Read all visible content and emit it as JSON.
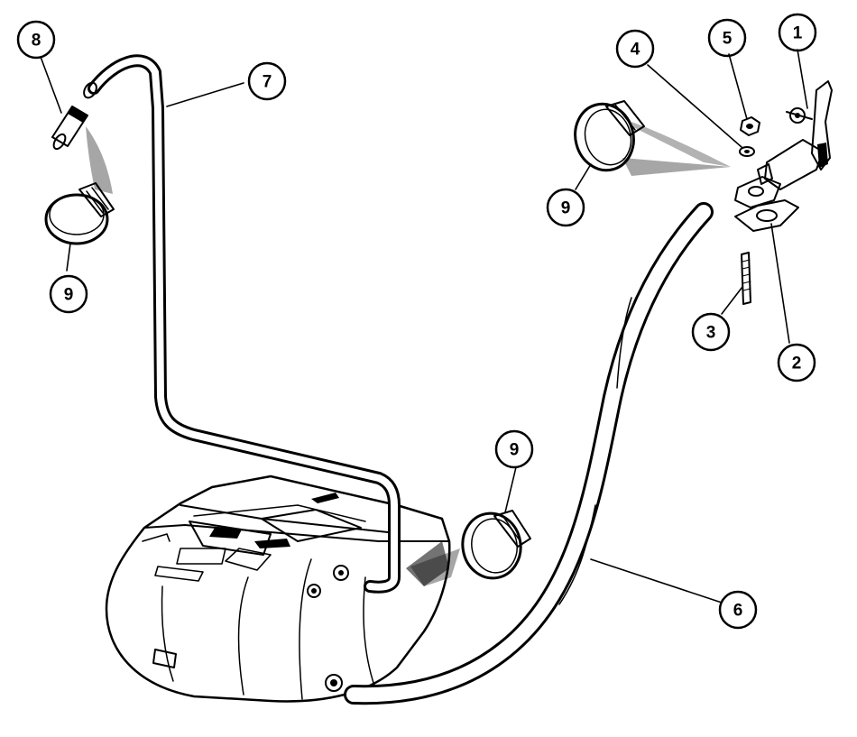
{
  "callouts": [
    {
      "id": "c1",
      "label": "1"
    },
    {
      "id": "c2",
      "label": "2"
    },
    {
      "id": "c3",
      "label": "3"
    },
    {
      "id": "c4",
      "label": "4"
    },
    {
      "id": "c5",
      "label": "5"
    },
    {
      "id": "c6",
      "label": "6"
    },
    {
      "id": "c7",
      "label": "7"
    },
    {
      "id": "c8",
      "label": "8"
    },
    {
      "id": "c9a",
      "label": "9"
    },
    {
      "id": "c9b",
      "label": "9"
    },
    {
      "id": "c9c",
      "label": "9"
    }
  ],
  "colors": {
    "ink": "#000000",
    "paper": "#ffffff"
  }
}
